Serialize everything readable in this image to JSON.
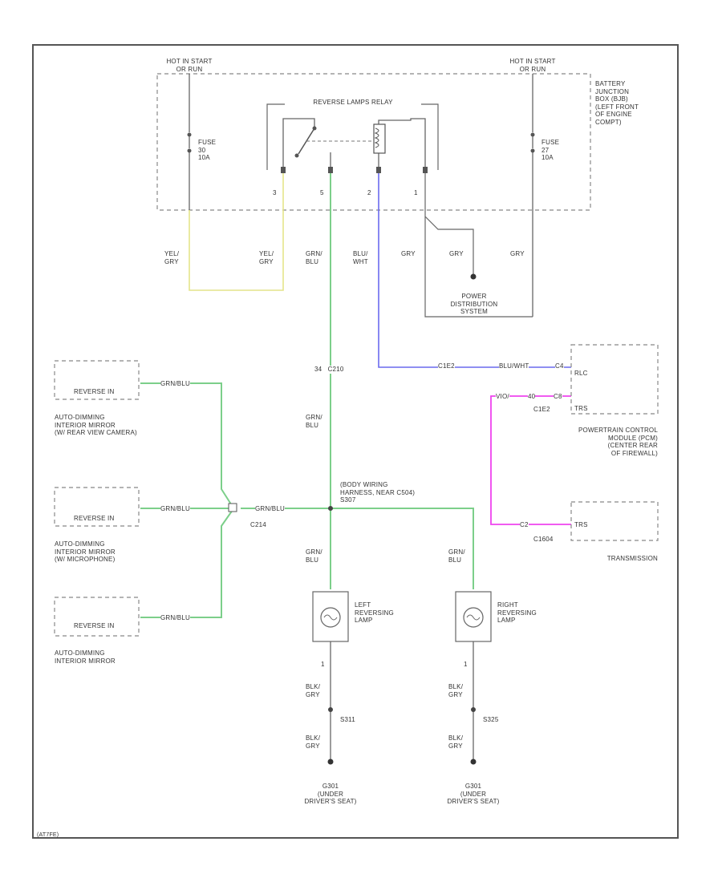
{
  "hot_left": "HOT IN START\nOR RUN",
  "hot_right": "HOT IN START\nOR RUN",
  "bjb_label": "BATTERY\nJUNCTION\nBOX (BJB)\n(LEFT FRONT\nOF ENGINE\nCOMPT)",
  "fuse_left": "FUSE\n30\n10A",
  "fuse_right": "FUSE\n27\n10A",
  "relay_label": "REVERSE LAMPS RELAY",
  "pin_3": "3",
  "pin_5": "5",
  "pin_2": "2",
  "pin_1": "1",
  "wire_yel_gry_1": "YEL/\nGRY",
  "wire_yel_gry_2": "YEL/\nGRY",
  "wire_grn_blu_top": "GRN/\nBLU",
  "wire_blu_wht": "BLU/\nWHT",
  "wire_gry_1": "GRY",
  "wire_gry_2": "GRY",
  "wire_gry_3": "GRY",
  "power_dist": "POWER\nDISTRIBUTION\nSYSTEM",
  "conn_c210": "34   C210",
  "wire_grn_blu_mid": "GRN/\nBLU",
  "pcm_conn_a": "C1E2",
  "pcm_wire": "BLU/WHT",
  "pcm_pin_top": "C4",
  "pcm_rlc": "RLC",
  "pcm_trs": "TRS",
  "pcm_pin_a": "VIO/",
  "pcm_pin_b": "40",
  "pcm_pin_c": "C8",
  "pcm_conn": "C1E2",
  "pcm_label": "POWERTRAIN CONTROL\nMODULE (PCM)\n(CENTER REAR\nOF FIREWALL)",
  "trans_pin": "C2",
  "trans_trs": "TRS",
  "trans_conn": "C1604",
  "trans_label": "TRANSMISSION",
  "mirror1_pin": "REVERSE IN",
  "mirror1_wire": "GRN/BLU",
  "mirror1_label": "AUTO-DIMMING\nINTERIOR MIRROR\n(W/ REAR VIEW CAMERA)",
  "mirror2_pin": "REVERSE IN",
  "mirror2_wire": "GRN/BLU",
  "mirror2_label": "AUTO-DIMMING\nINTERIOR MIRROR\n(W/ MICROPHONE)",
  "mirror3_pin": "REVERSE IN",
  "mirror3_wire": "GRN/BLU",
  "mirror3_label": "AUTO-DIMMING\nINTERIOR MIRROR",
  "splice_wire": "GRN/BLU",
  "splice_conn": "C214",
  "body_harness": "(BODY WIRING\nHARNESS, NEAR C504)\nS307",
  "wire_grn_blu_left": "GRN/\nBLU",
  "wire_grn_blu_right": "GRN/\nBLU",
  "lamp_left": "LEFT\nREVERSING\nLAMP",
  "lamp_right": "RIGHT\nREVERSING\nLAMP",
  "lamp_left_pin": "1",
  "lamp_right_pin": "1",
  "wire_blk_gry_1": "BLK/\nGRY",
  "wire_blk_gry_2": "BLK/\nGRY",
  "wire_blk_gry_3": "BLK/\nGRY",
  "wire_blk_gry_4": "BLK/\nGRY",
  "splice_s311": "S311",
  "splice_s325": "S325",
  "ground_left": "G301\n(UNDER\nDRIVER'S SEAT)",
  "ground_right": "G301\n(UNDER\nDRIVER'S SEAT)",
  "footer_code": "(AT7FE)",
  "colors": {
    "yellow": "#e4e48a",
    "green": "#7ccf8a",
    "blue": "#6a6aee",
    "magenta": "#ee44ee",
    "line": "#666666",
    "dashed": "#888888"
  }
}
